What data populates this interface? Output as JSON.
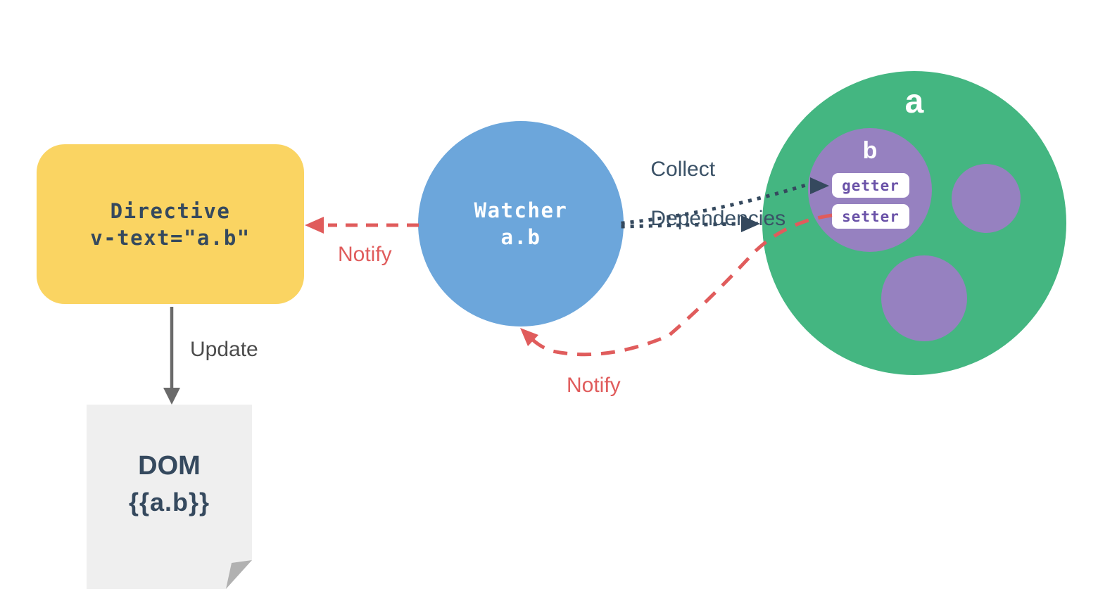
{
  "nodes": {
    "directive": {
      "title": "Directive",
      "code": "v-text=\"a.b\""
    },
    "watcher": {
      "title": "Watcher",
      "code": "a.b"
    },
    "data_object": {
      "label": "a",
      "nested_property": {
        "label": "b",
        "getter_label": "getter",
        "setter_label": "setter"
      }
    },
    "dom": {
      "title": "DOM",
      "code": "{{a.b}}"
    }
  },
  "edges": {
    "notify_to_directive_label": "Notify",
    "notify_to_watcher_label": "Notify",
    "collect_label_line1": "Collect",
    "collect_label_line2": "Dependencies",
    "update_label": "Update"
  },
  "colors": {
    "directive_fill": "#FAD462",
    "watcher_fill": "#6CA6DB",
    "data_fill": "#44B681",
    "property_fill": "#9681C0",
    "accessor_pill_fill": "#FFFFFF",
    "accessor_text": "#6A52A8",
    "dark_navy_text": "#35495E",
    "collect_label_text": "#3A5166",
    "notify_red": "#E05C5C",
    "update_gray": "#6A6A6A",
    "dom_page_fill": "#EFEFEF",
    "dom_fold_fill": "#B1B1B1",
    "background": "#FFFFFF"
  }
}
